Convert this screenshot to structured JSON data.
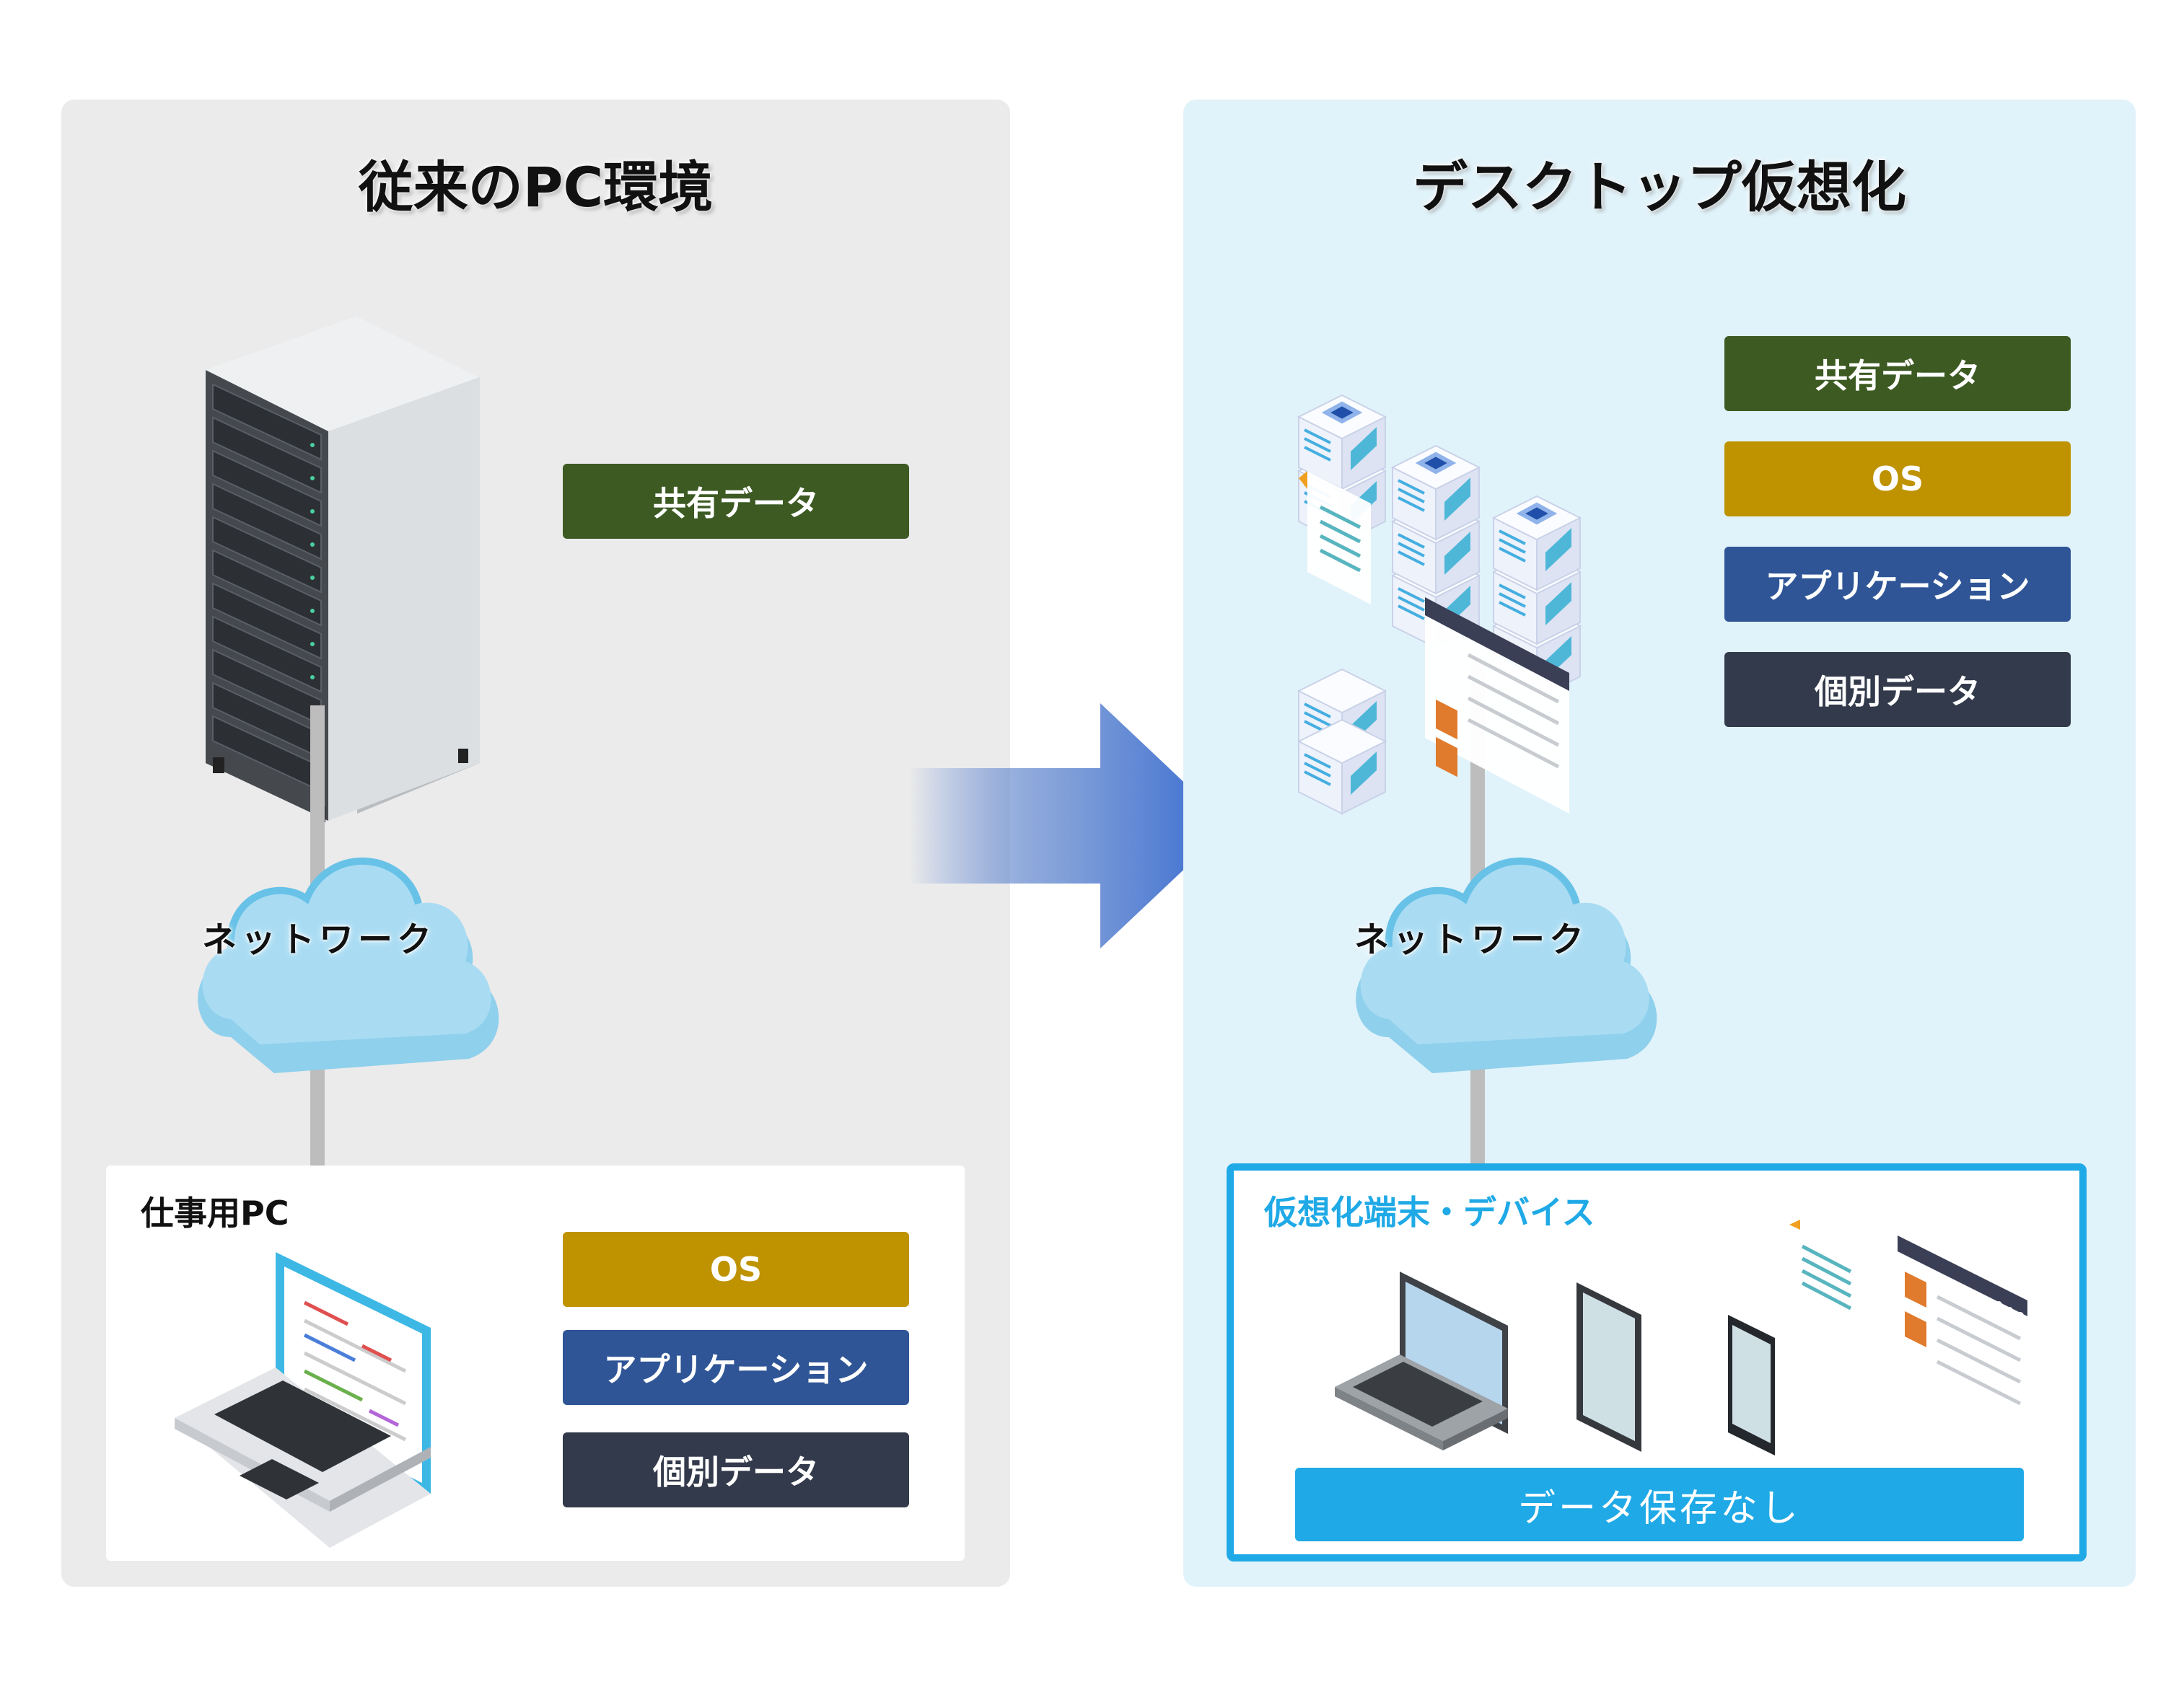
{
  "colors": {
    "shared": "#3c5a22",
    "os": "#bf9200",
    "app": "#2f5596",
    "data": "#323a4b",
    "accent": "#1fa9e6"
  },
  "left": {
    "title": "従来のPC環境",
    "server_tag": "共有データ",
    "network": "ネットワーク",
    "pc_label": "仕事用PC",
    "pc_tags": [
      "OS",
      "アプリケーション",
      "個別データ"
    ]
  },
  "right": {
    "title": "デスクトップ仮想化",
    "server_tags": [
      "共有データ",
      "OS",
      "アプリケーション",
      "個別データ"
    ],
    "network": "ネットワーク",
    "device_label": "仮想化端末・デバイス",
    "no_data": "データ保存なし"
  }
}
